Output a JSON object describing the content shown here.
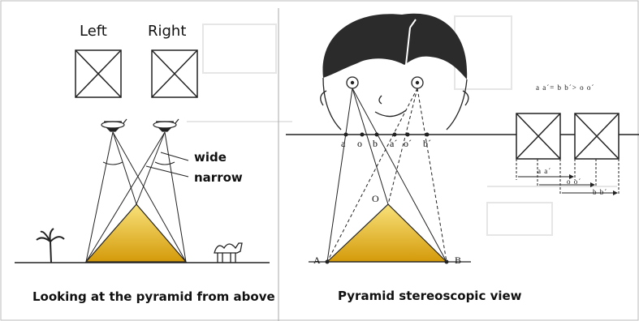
{
  "left_panel": {
    "left_label": "Left",
    "right_label": "Right",
    "wide_label": "wide",
    "narrow_label": "narrow",
    "caption": "Looking at the pyramid from above"
  },
  "right_panel": {
    "point_labels": [
      "a",
      "o",
      "b",
      "a´",
      "o´",
      "b´"
    ],
    "apex_label": "O",
    "base_left_label": "A",
    "base_right_label": "B",
    "formula": "a a´= b b´> o o´",
    "dim_aa": "a a´",
    "dim_oo": "o o´",
    "dim_bb": "b b´",
    "caption": "Pyramid stereoscopic view"
  },
  "colors": {
    "pyramid_light": "#f8e27a",
    "pyramid_dark": "#d49a0a",
    "hair": "#2b2b2b",
    "line": "#222222"
  }
}
